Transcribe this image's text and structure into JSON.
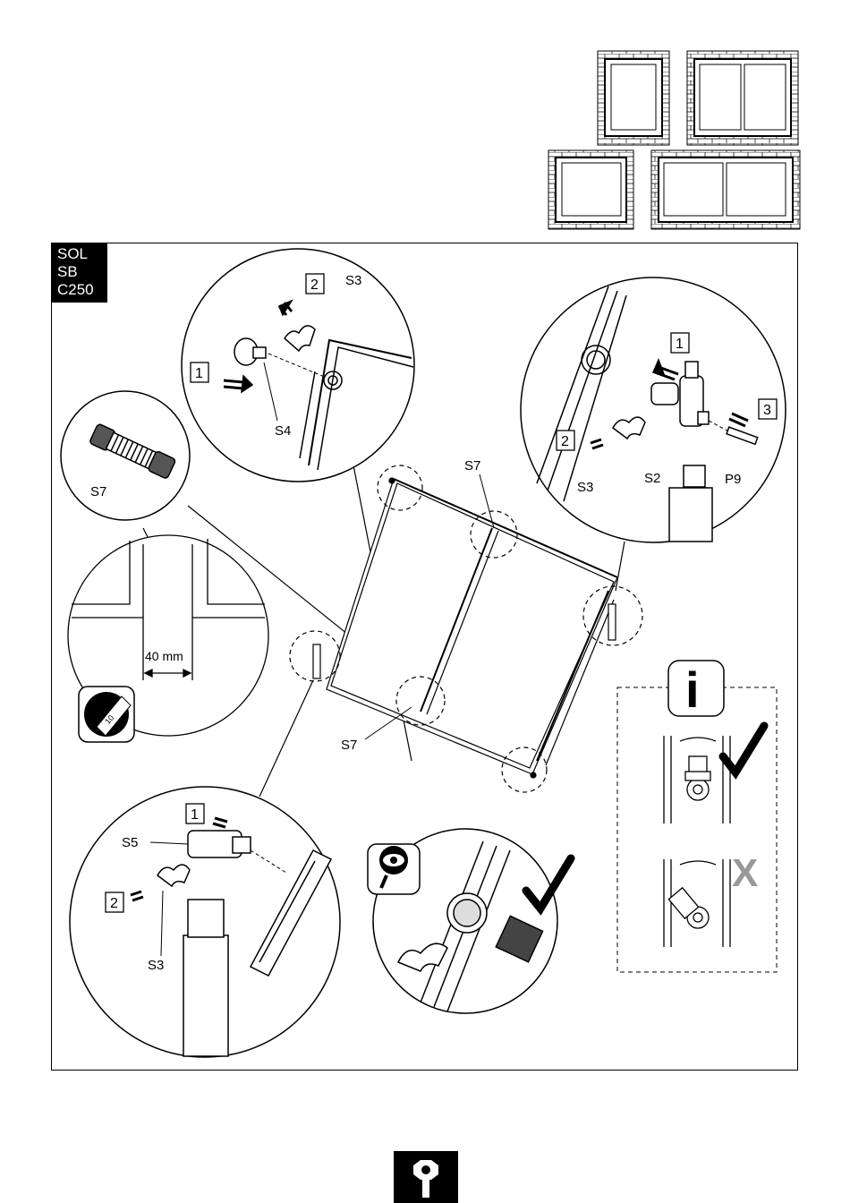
{
  "model_badge": {
    "lines": [
      "SOL",
      "SB",
      "C250"
    ]
  },
  "labels": {
    "s3_top": "S3",
    "s4": "S4",
    "s7_coupler": "S7",
    "s7_top": "S7",
    "s7_bottom": "S7",
    "s3_right": "S3",
    "s2": "S2",
    "p9": "P9",
    "s5": "S5",
    "s3_bottom": "S3",
    "spacing": "40 mm",
    "ruler_value": "10"
  },
  "steps": {
    "top_1": "1",
    "top_2": "2",
    "right_1": "1",
    "right_2": "2",
    "right_3": "3",
    "bottom_1": "1",
    "bottom_2": "2"
  },
  "info_panel": {
    "info_glyph": "i",
    "correct_mark": "check-icon",
    "wrong_mark": "X"
  },
  "icons": [
    "info-icon",
    "check-icon",
    "cross-icon",
    "inspect-eye-icon",
    "ruler-icon",
    "wrench-icon"
  ],
  "colors": {
    "ink": "#000000",
    "badge_bg": "#000000",
    "badge_fg": "#ffffff",
    "gray_mark": "#999999"
  }
}
